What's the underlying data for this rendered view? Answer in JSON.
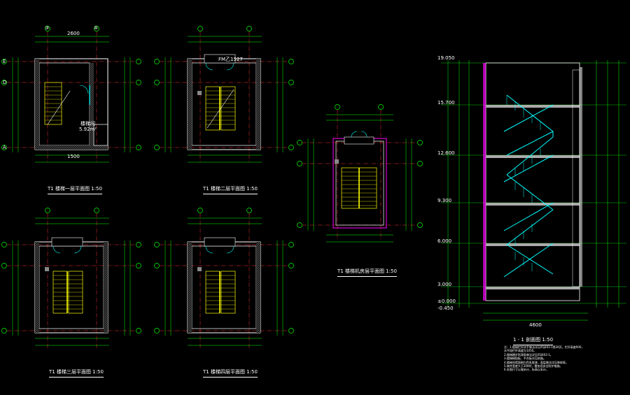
{
  "titles": {
    "plan_1f": "T1 楼梯一层平面图 1:50",
    "plan_2f": "T1 楼梯二层平面图 1:50",
    "plan_3f": "T1 楼梯三层平面图 1:50",
    "plan_4f": "T1 楼梯四层平面图 1:50",
    "plan_roof": "T1 楼梯机房层平面图 1:50",
    "section": "1 - 1 剖面图 1:50"
  },
  "grid_labels": {
    "top_left": "③",
    "top_right": "④",
    "side_top": "E",
    "side_mid": "D",
    "side_bottom": "A"
  },
  "dimensions": {
    "bay_width": "2600",
    "door_label": "FM乙1527",
    "room_label": "楼梯间",
    "room_area": "5.92m²",
    "plan_bottom": "1500",
    "elev_top": "19.050",
    "elev_roof": "15.700",
    "elev_4": "12.600",
    "elev_3": "9.300",
    "elev_2": "6.000",
    "elev_1": "3.000",
    "elev_0": "±0.000",
    "elev_ground": "-0.450",
    "section_width": "4600"
  },
  "notes": [
    "注：1.楼梯栏杆扶手做法详见05J403-1第36页，栏杆高度900，",
    "   水平段栏杆高度为1050。",
    "   2.楼梯踏步防滑条做法详见05J403-1。",
    "   3.楼梯梯段板、平台板详见结施。",
    "   4.楼梯间墙面刷白色乳胶漆，面层做法详见装修表。",
    "   5.梯井宽度大于200时，需加设安全防护措施。",
    "   6.本图尺寸以毫米计，标高以米计。"
  ],
  "colors": {
    "axis": "#ff3030",
    "dim": "#00ff00",
    "wall": "#ffffff",
    "stair": "#ffff00",
    "cyan": "#00ffff",
    "magenta": "#ff00ff",
    "grey": "#9a9a9a"
  }
}
